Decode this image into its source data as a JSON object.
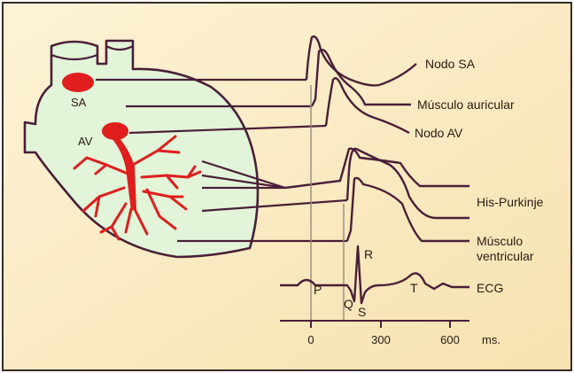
{
  "heart": {
    "node_sa_label": "SA",
    "node_av_label": "AV"
  },
  "traces": [
    {
      "label": "Nodo SA"
    },
    {
      "label": "Músculo auricular"
    },
    {
      "label": "Nodo AV"
    },
    {
      "label": "His-Purkinje"
    },
    {
      "label_line1": "Músculo",
      "label_line2": "ventricular"
    },
    {
      "label": "ECG"
    }
  ],
  "ecg_waves": {
    "p": "P",
    "q": "Q",
    "r": "R",
    "s": "S",
    "t": "T"
  },
  "time_axis": {
    "ticks": [
      "0",
      "300",
      "600"
    ],
    "unit": "ms."
  },
  "colors": {
    "background": "#fcefc9",
    "border": "#3a2a2a",
    "heart_fill": "#e1f5d8",
    "line": "#4a1f38",
    "conduction": "#e01e1e"
  }
}
